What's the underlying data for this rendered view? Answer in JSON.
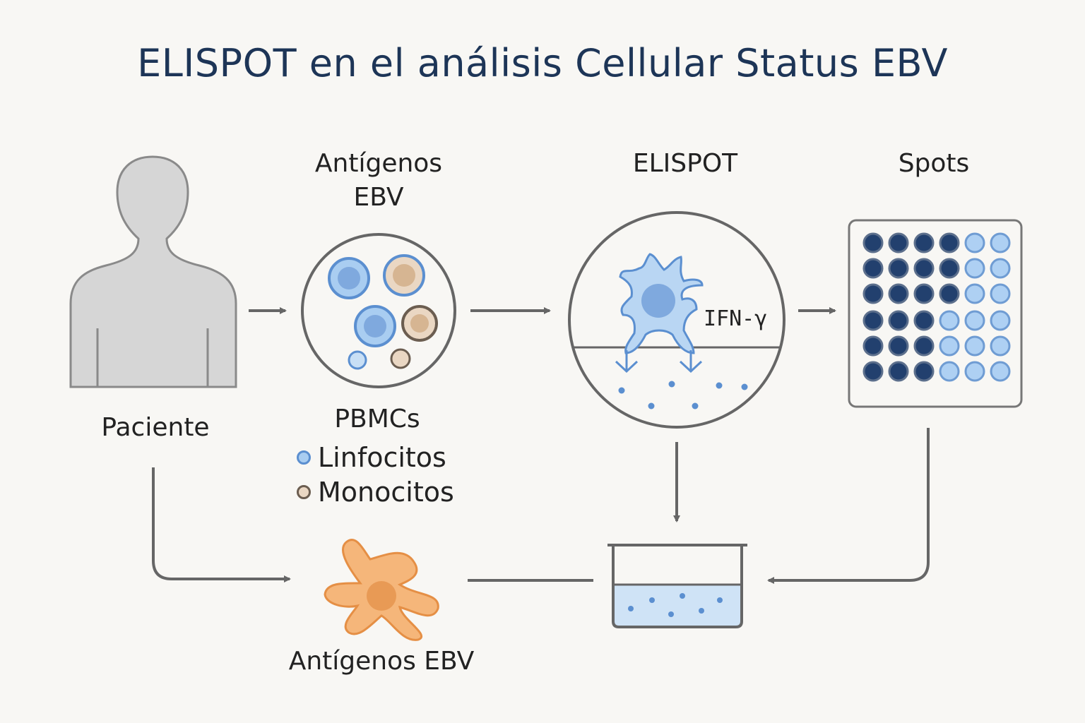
{
  "title": "ELISPOT en el análisis Cellular Status EBV",
  "steps": {
    "patient": "Paciente",
    "antigens_header": "Antígenos EBV",
    "pbmcs": "PBMCs",
    "elispot": "ELISPOT",
    "spots": "Spots",
    "apc": "Antígenos EBV"
  },
  "legend": {
    "lymphocytes": "Linfocitos",
    "monocytes": "Monocitos"
  },
  "cytokine": "IFN-γ",
  "colors": {
    "title": "#1d3557",
    "lymphocyte_fill": "#a9cdf1",
    "lymphocyte_edge": "#5b8fd0",
    "monocyte_fill": "#ead7c3",
    "monocyte_edge": "#6b5d50",
    "spot_dark": "#22406e",
    "spot_light": "#aed0f3",
    "apc_orange": "#f5b67a",
    "arrow": "#666666",
    "silhouette": "#d6d6d6"
  },
  "spot_plate": {
    "rows": 6,
    "cols": 6,
    "dark_per_row": [
      4,
      4,
      4,
      3,
      3,
      3
    ]
  }
}
